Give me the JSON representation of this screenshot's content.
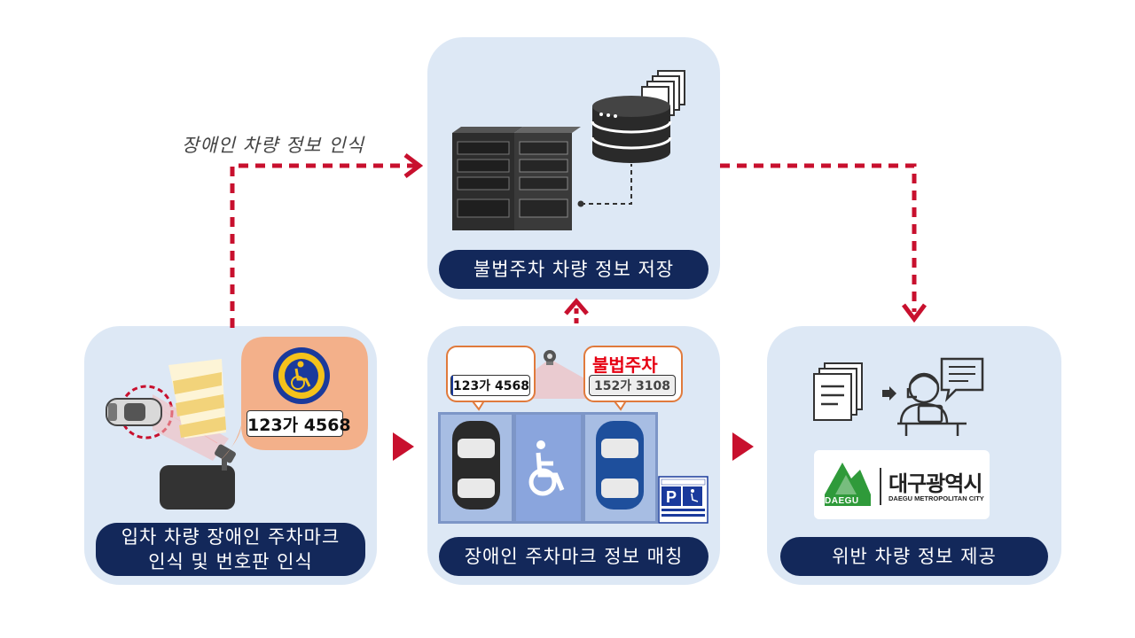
{
  "flow_label": "장애인 차량 정보 인식",
  "panels": {
    "top": {
      "label": "불법주차 차량 정보 저장"
    },
    "left": {
      "label_line1": "입차 차량 장애인 주차마크",
      "label_line2": "인식 및 번호판 인식",
      "plate": "123가 4568"
    },
    "center": {
      "label": "장애인 주차마크 정보 매칭",
      "plate_left": "123가 4568",
      "plate_right": "152가 3108",
      "illegal_text": "불법주차"
    },
    "right": {
      "label": "위반 차량 정보 제공"
    }
  },
  "logo": {
    "name_ko": "대구광역시",
    "name_en": "DAEGU METROPOLITAN CITY",
    "mark_text": "DAEGU"
  },
  "colors": {
    "panel_bg": "#dde8f5",
    "pill_bg": "#13285a",
    "arrow_red": "#c8102e",
    "orange": "#e07a3c",
    "logo_green": "#2f9a3a"
  }
}
